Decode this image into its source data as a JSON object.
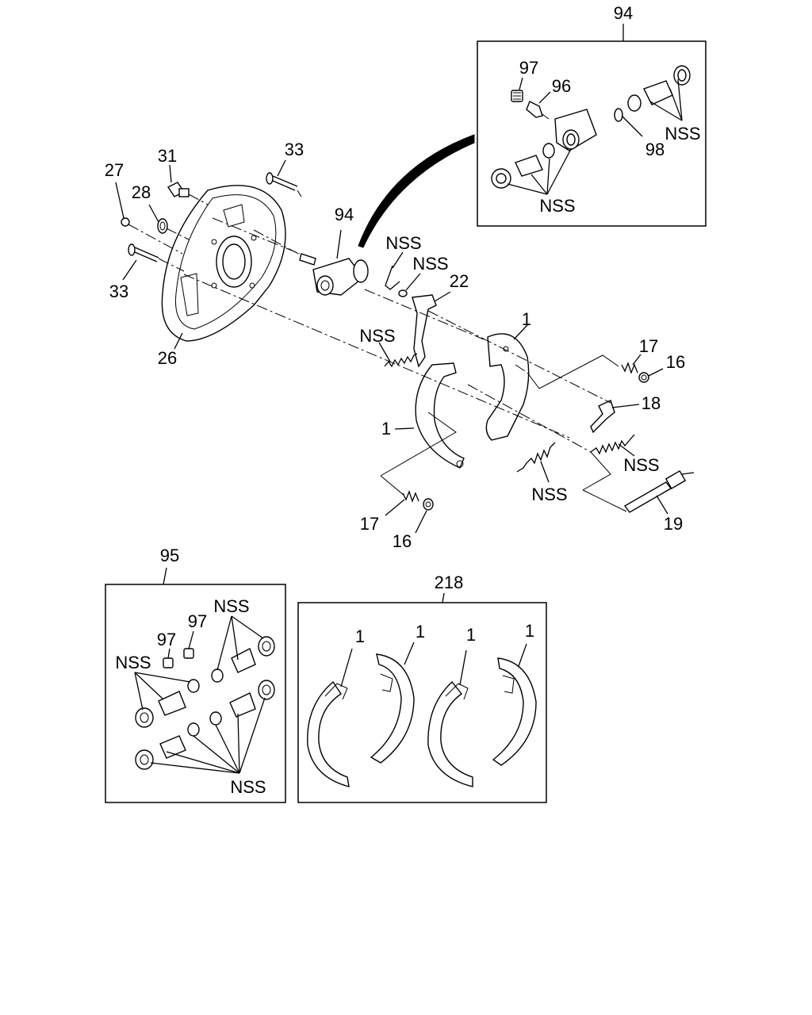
{
  "diagram": {
    "labels": {
      "l94_top": "94",
      "l97_kit94": "97",
      "l96_kit94": "96",
      "l98_kit94": "98",
      "nss_kit94_a": "NSS",
      "nss_kit94_b": "NSS",
      "l27": "27",
      "l31": "31",
      "l33_top": "33",
      "l28": "28",
      "l33_left": "33",
      "l26": "26",
      "l94_cyl": "94",
      "nss_clip_a": "NSS",
      "nss_clip_b": "NSS",
      "l22": "22",
      "nss_spring_upper": "NSS",
      "l1_right_shoe": "1",
      "l17_right": "17",
      "l16_right": "16",
      "l18": "18",
      "l1_left_shoe": "1",
      "nss_spring_right": "NSS",
      "nss_spring_center": "NSS",
      "l17_left": "17",
      "l16_left": "16",
      "l19": "19",
      "l95": "95",
      "l97_a_kit95": "97",
      "l97_b_kit95": "97",
      "nss_kit95_top": "NSS",
      "nss_kit95_left": "NSS",
      "nss_kit95_bottom": "NSS",
      "l218": "218",
      "l1_shoe_a": "1",
      "l1_shoe_b": "1",
      "l1_shoe_c": "1",
      "l1_shoe_d": "1"
    }
  }
}
